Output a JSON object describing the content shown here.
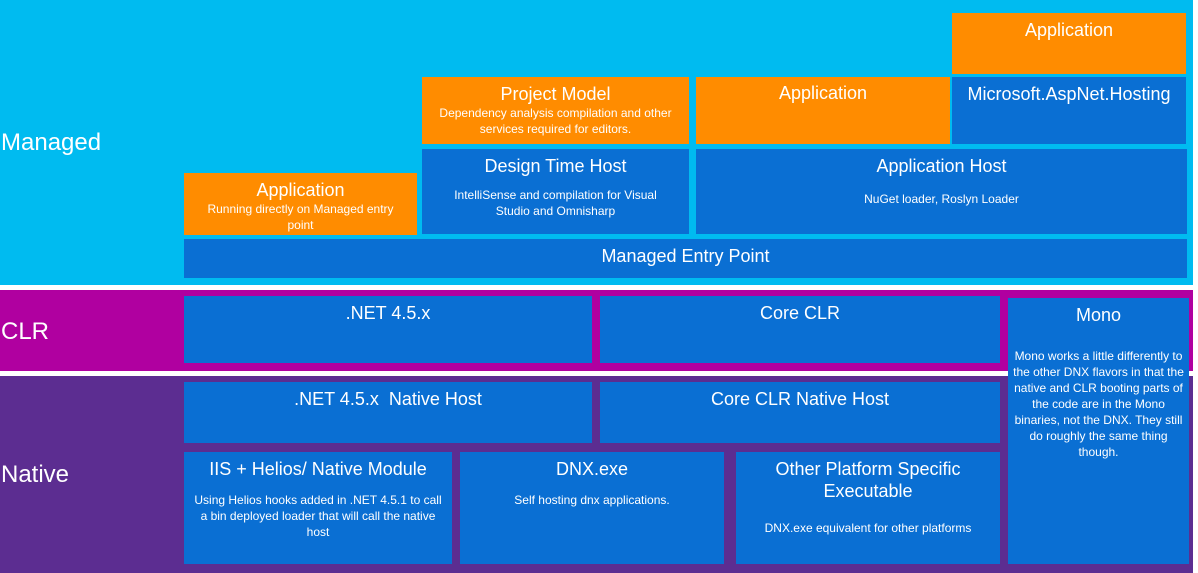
{
  "colors": {
    "managed_band": "#00bbf0",
    "clr_band": "#b000a0",
    "native_band": "#5c2d91",
    "box_blue": "#0a6fd3",
    "box_orange": "#ff8c00"
  },
  "layers": {
    "managed": "Managed",
    "clr": "CLR",
    "native": "Native"
  },
  "managed": {
    "app_top": {
      "title": "Application"
    },
    "hosting": {
      "title": "Microsoft.AspNet.Hosting"
    },
    "project_model": {
      "title": "Project Model",
      "desc": "Dependency analysis compilation and other services required for editors."
    },
    "app_mid": {
      "title": "Application"
    },
    "app_left": {
      "title": "Application",
      "desc": "Running directly on Managed entry point"
    },
    "design_time_host": {
      "title": "Design Time Host",
      "desc": "IntelliSense and compilation for Visual Studio and Omnisharp"
    },
    "application_host": {
      "title": "Application Host",
      "desc": "NuGet loader, Roslyn Loader"
    },
    "entry_point": {
      "title": "Managed Entry Point"
    }
  },
  "clr": {
    "net45": {
      "title": ".NET 4.5.x"
    },
    "coreclr": {
      "title": "Core CLR"
    }
  },
  "mono": {
    "title": "Mono",
    "desc": "Mono works a little differently to the other DNX flavors in that the native and CLR booting parts of the code are in the Mono binaries, not the DNX. They still do roughly the same thing though."
  },
  "native": {
    "net45_host": {
      "title": ".NET 4.5.x  Native Host"
    },
    "coreclr_host": {
      "title": "Core CLR Native Host"
    },
    "iis": {
      "title": "IIS + Helios/ Native Module",
      "desc": "Using Helios hooks added in .NET 4.5.1 to call a bin deployed loader that will call the native host"
    },
    "dnx": {
      "title": "DNX.exe",
      "desc": "Self hosting dnx applications."
    },
    "other": {
      "title": "Other Platform Specific Executable",
      "desc": "DNX.exe equivalent for other platforms"
    }
  }
}
